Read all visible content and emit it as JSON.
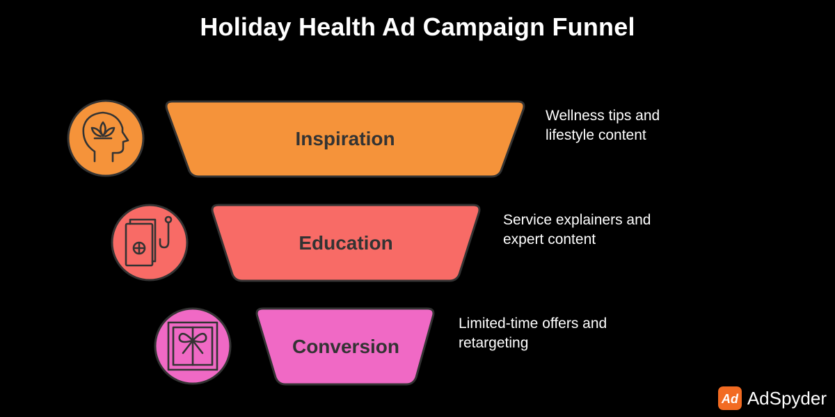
{
  "title": "Holiday Health Ad Campaign Funnel",
  "colors": {
    "background": "#000000",
    "outline": "#333333",
    "stage_text": "#333333"
  },
  "stages": [
    {
      "label": "Inspiration",
      "description": [
        "Wellness tips and",
        "lifestyle content"
      ],
      "color": "#F5933A",
      "icon": "head-lotus-icon"
    },
    {
      "label": "Education",
      "description": [
        "Service explainers and",
        "expert content"
      ],
      "color": "#F86B66",
      "icon": "book-stethoscope-icon"
    },
    {
      "label": "Conversion",
      "description": [
        "Limited-time offers and",
        "retargeting"
      ],
      "color": "#F069C5",
      "icon": "gift-box-icon"
    }
  ],
  "brand": {
    "logo_text": "Ad",
    "name": "AdSpyder",
    "color": "#F26B22"
  }
}
